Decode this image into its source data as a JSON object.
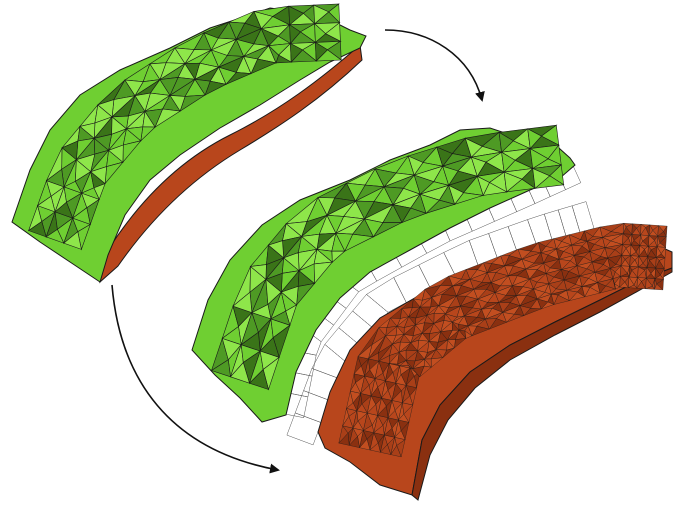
{
  "figure": {
    "panels": [
      {
        "id": "combined",
        "surfaces": [
          "green-tetra-mesh",
          "brown-base-surface"
        ]
      },
      {
        "id": "green-only",
        "surfaces": [
          "green-tetra-mesh",
          "wireframe-bottom-edges"
        ]
      },
      {
        "id": "brown-only",
        "surfaces": [
          "brown-fine-surface",
          "wireframe-top-edges"
        ]
      }
    ],
    "arrows": [
      {
        "from": "combined",
        "to": "green-only"
      },
      {
        "from": "combined",
        "to": "brown-only"
      }
    ]
  },
  "colors": {
    "green_light": "#8ee64a",
    "green_mid": "#6fcf32",
    "green_dark": "#4e9a24",
    "green_shadow": "#3a7418",
    "brown": "#b8461c",
    "brown_dark": "#8a3010",
    "edge": "#1a1a1a",
    "wire": "#555555",
    "arrow": "#111111"
  }
}
